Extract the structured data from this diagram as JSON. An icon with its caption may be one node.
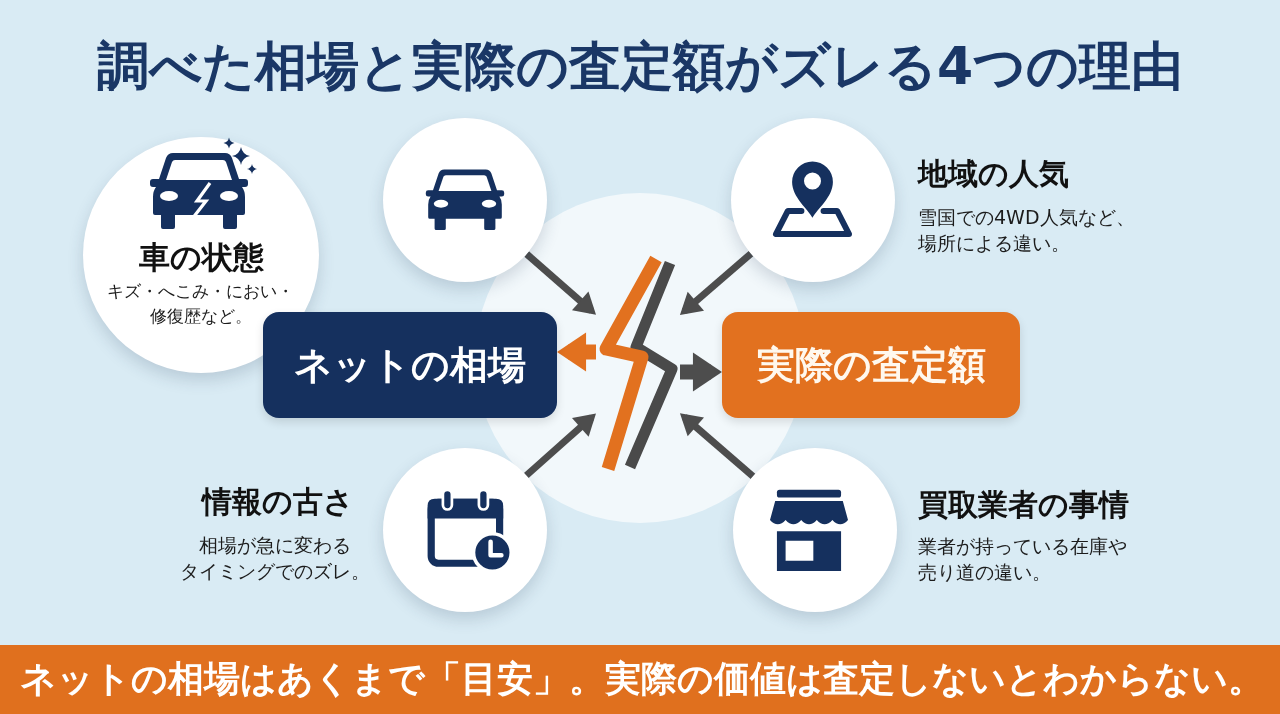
{
  "diagram": {
    "title": "調べた相場と実際の査定額がズレる4つの理由",
    "nodes": [
      {
        "text": [
          "車の状態",
          "キズ・へこみ・におい・修復歴など。"
        ]
      },
      {
        "text": [],
        "shape": "circle"
      },
      {
        "text": [],
        "shape": "circle",
        "beside": [
          "地域の人気",
          "雪国での4WD人気など、場所による違い。"
        ]
      },
      {
        "text": [
          "ネットの相場"
        ]
      },
      {
        "text": [],
        "shape": "picture"
      },
      {
        "text": [
          "実際の査定額"
        ]
      },
      {
        "text": [],
        "shape": "circle",
        "beside": [
          "情報の古さ",
          "相場が急に変わるタイミングでのズレ。"
        ]
      },
      {
        "text": [],
        "shape": "circle",
        "beside": [
          "買取業者の事情",
          "業者が持っている在庫や売り道の違い。"
        ]
      },
      {
        "text": [
          "ネットの相場はあくまで「目安」。実際の価値は査定しないとわからない。"
        ]
      }
    ],
    "edges": [
      {
        "from": 1,
        "to": 4,
        "arrow": "to"
      },
      {
        "from": 2,
        "to": 4,
        "arrow": "to"
      },
      {
        "from": 6,
        "to": 4,
        "arrow": "to"
      },
      {
        "from": 7,
        "to": 4,
        "arrow": "to"
      },
      {
        "from": 4,
        "to": 3,
        "arrow": "to",
        "style": "thick",
        "color": "#e2711f"
      },
      {
        "from": 4,
        "to": 5,
        "arrow": "to",
        "style": "thick"
      }
    ]
  }
}
